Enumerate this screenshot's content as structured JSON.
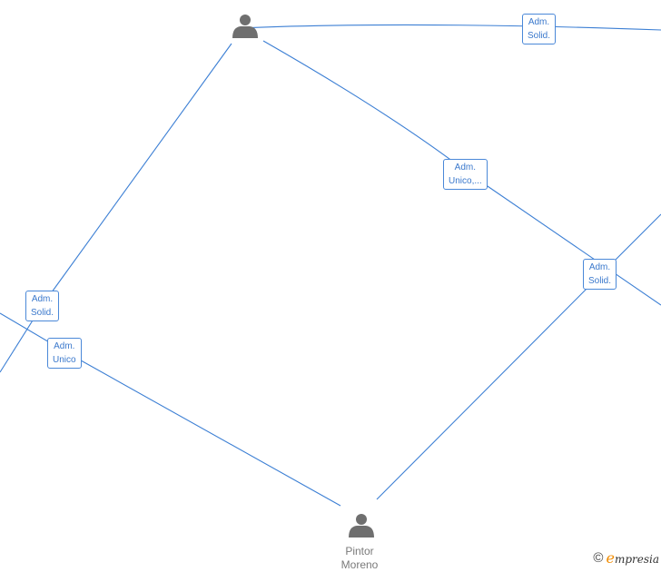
{
  "nodes": [
    {
      "id": "person-top",
      "name": ""
    },
    {
      "id": "person-bottom",
      "name_lines": [
        "Pintor",
        "Moreno"
      ]
    }
  ],
  "edge_labels": [
    {
      "lines": [
        "Adm.",
        "Solid."
      ]
    },
    {
      "lines": [
        "Adm.",
        "Unico,..."
      ]
    },
    {
      "lines": [
        "Adm.",
        "Solid."
      ]
    },
    {
      "lines": [
        "Adm.",
        "Solid."
      ]
    },
    {
      "lines": [
        "Adm.",
        "Unico"
      ]
    }
  ],
  "watermark": {
    "symbol": "©",
    "brand_initial": "e",
    "brand_rest": "mpresia"
  },
  "colors": {
    "edge": "#3c7fd4",
    "label_border": "#4a88d8",
    "label_text": "#3a78cc",
    "person_icon": "#6f6f6f",
    "brand": "#f28c00"
  },
  "icons": {
    "person": "person-icon"
  }
}
